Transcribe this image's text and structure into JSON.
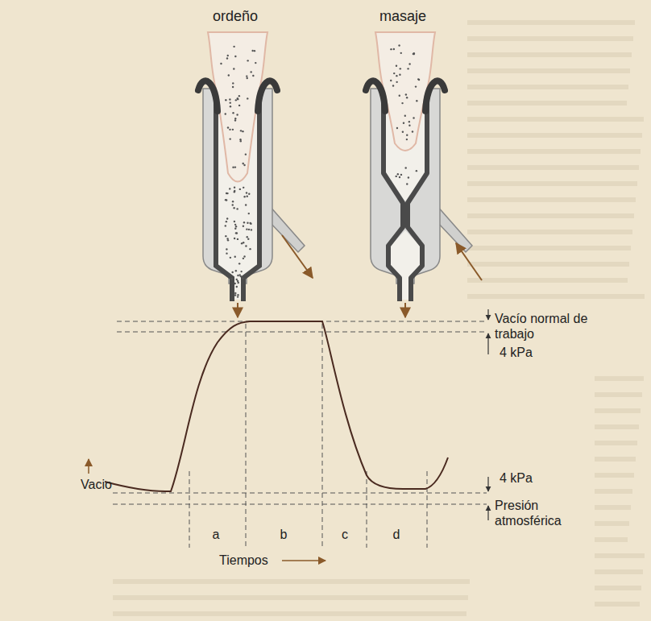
{
  "diagram": {
    "labels": [
      "ordeño",
      "masaje",
      "Vacío normal de trabajo",
      "4 kPa",
      "Vacio",
      "4 kPa",
      "Presión atmosférica",
      "a",
      "b",
      "c",
      "d",
      "Tiempos"
    ]
  }
}
